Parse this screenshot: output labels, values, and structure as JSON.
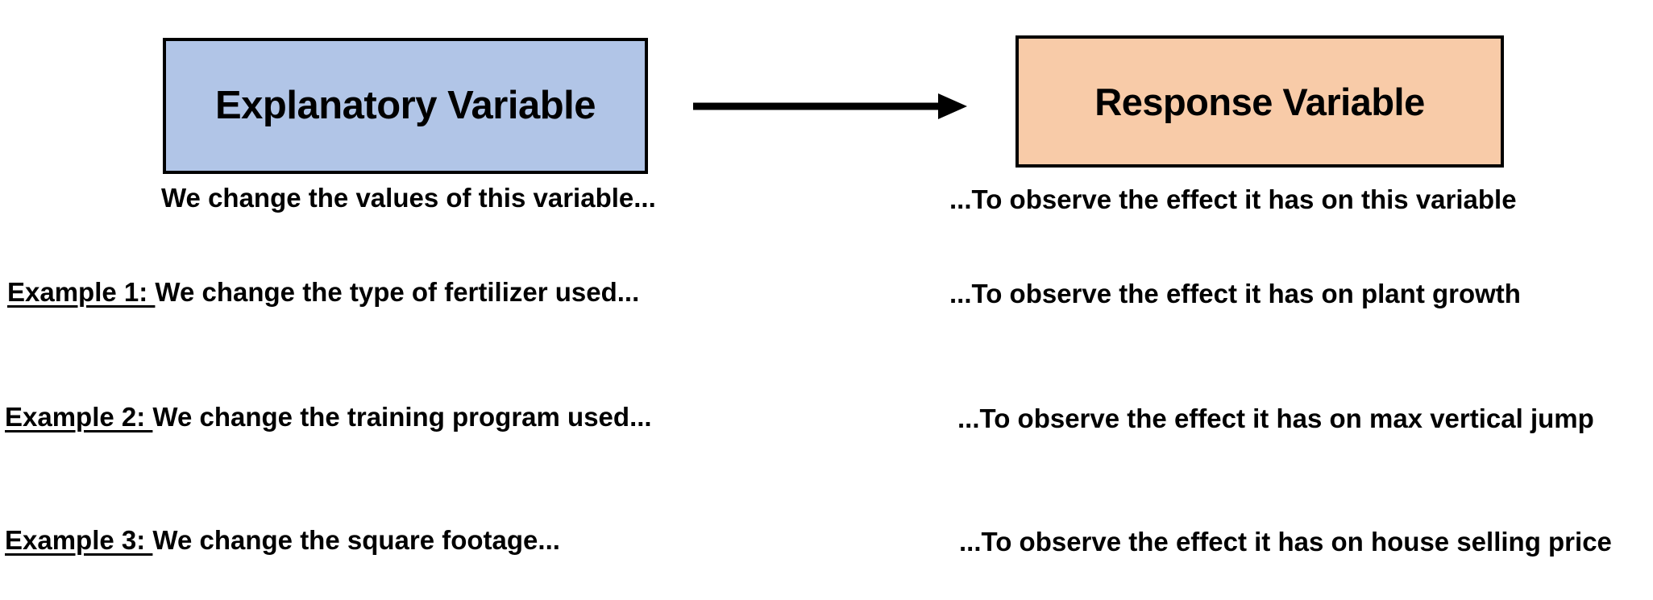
{
  "diagram": {
    "explanatory_box": {
      "label": "Explanatory Variable",
      "fill_color": "#B1C5E7",
      "border_color": "#000000"
    },
    "response_box": {
      "label": "Response Variable",
      "fill_color": "#F8CBA8",
      "border_color": "#000000"
    },
    "arrow": {
      "name": "causal-arrow",
      "color": "#000000",
      "direction": "left-to-right"
    },
    "caption": {
      "left": "We change the values of this variable...",
      "right": "...To observe the effect it has on this variable"
    },
    "examples": [
      {
        "label": "Example 1: ",
        "left": "We change the type of fertilizer used...",
        "right": "...To observe the effect it has on plant growth"
      },
      {
        "label": "Example 2: ",
        "left": "We change the training program used...",
        "right": "...To observe the effect it has on max vertical jump"
      },
      {
        "label": "Example 3: ",
        "left": "We change the square footage...",
        "right": "...To observe the effect it has on house selling price"
      }
    ]
  }
}
